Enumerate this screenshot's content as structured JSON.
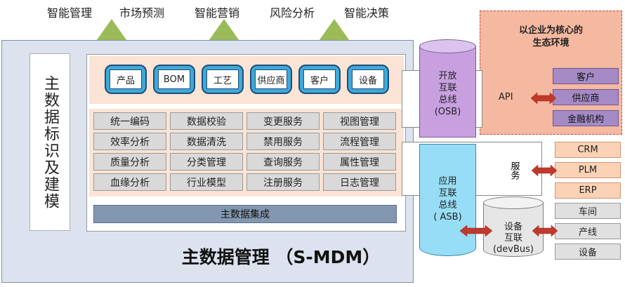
{
  "top_labels": [
    "智能管理",
    "市场预测",
    "智能营销",
    "风险分析",
    "智能决策"
  ],
  "vertical_title": "主数据标识及建模",
  "data_entities": [
    "产品",
    "BOM",
    "工艺",
    "供应商",
    "客户",
    "设备"
  ],
  "services": [
    [
      "统一编码",
      "数据校验",
      "变更服务",
      "视图管理"
    ],
    [
      "效率分析",
      "数据清洗",
      "禁用服务",
      "流程管理"
    ],
    [
      "质量分析",
      "分类管理",
      "查询服务",
      "属性管理"
    ],
    [
      "血缘分析",
      "行业模型",
      "注册服务",
      "日志管理"
    ]
  ],
  "integration_label": "主数据集成",
  "main_title": "主数据管理 （S-MDM）",
  "osb": {
    "line1": "开放",
    "line2": "互联",
    "line3": "总线",
    "line4": "(OSB)"
  },
  "asb": {
    "line1": "应用",
    "line2": "互联",
    "line3": "总线",
    "line4": "( ASB)"
  },
  "api_label": "API",
  "service_label": "服务",
  "devbus": {
    "line1": "设备",
    "line2": "互联",
    "line3": "(devBus)"
  },
  "ecosystem": {
    "title_line1": "以企业为核心的",
    "title_line2": "生态环境",
    "items": [
      "客户",
      "供应商",
      "金融机构"
    ]
  },
  "systems": [
    "CRM",
    "PLM",
    "ERP"
  ],
  "equipment": [
    "车间",
    "产线",
    "设备"
  ],
  "colors": {
    "triangle": "#9bbb59",
    "cylinder": "#3fa9d8",
    "osb": "#c8a0e0",
    "asb": "#97ddf5",
    "arrow": "#c0392b"
  }
}
